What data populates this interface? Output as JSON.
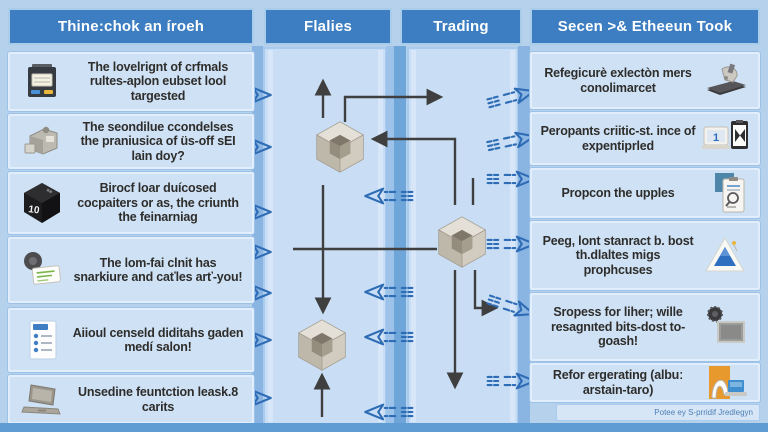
{
  "theme": {
    "page_bg": "#b6d1ec",
    "header_bg": "#3c7ec1",
    "header_text": "#ffffff",
    "box_bg": "#cfe2f5",
    "box_border": "#9cc2e8",
    "box_text": "#2e2d2b",
    "panel_bg": "#c9def4",
    "divider_band": "#6fa6da",
    "arrow_dark": "#3f3f3f",
    "arrow_blue": "#2e6cb5",
    "footer_text": "#4e7fb5"
  },
  "header": {
    "columns": [
      {
        "label": "Thine:chok an íroeh"
      },
      {
        "label": "Flalies"
      },
      {
        "label": "Trading"
      },
      {
        "label": "Secen >& Etheeun Took"
      }
    ]
  },
  "left_column": {
    "items": [
      {
        "icon": "cash-register-icon",
        "text": "The lovelrignt of crfmals rultes-aplon eubset lool targested"
      },
      {
        "icon": "printer-machine-icon",
        "text": "The seondilue ccondelses the praniusica of üs-off sEI lain doy?"
      },
      {
        "icon": "black-cube-10-icon",
        "text": "Birocf loar duícosed cocpaiters or as, the criunth the feinarniag"
      },
      {
        "icon": "seal-note-icon",
        "text": "The lom-fai clnit has snarkiure and caťles arť-you!"
      },
      {
        "icon": "checklist-icon",
        "text": "Aiioul censeld diditahs gaden medí salon!"
      },
      {
        "icon": "laptop-icon",
        "text": "Unsedine feuntction leask.8 carits"
      }
    ]
  },
  "right_column": {
    "items": [
      {
        "icon": "flatbed-machine-icon",
        "text": "Refegicurè exlectòn mers conolimarcet"
      },
      {
        "icon": "laptop-clipboard-icon",
        "text": "Peropants criitic-st. ince of expentiprled"
      },
      {
        "icon": "inspection-clipboard-icon",
        "text": "Propcon the upples"
      },
      {
        "icon": "pyramid-icon",
        "text": "Peeg, lont stanract b. bost th.dlaltes migs prophcuses"
      },
      {
        "icon": "seal-display-icon",
        "text": "Sropess for liher; wille resagnıted bits-dost to-goash!"
      },
      {
        "icon": "arch-laptop-icon",
        "text": "Refor ergerating (albuː arstain-taro)"
      }
    ]
  },
  "diagram": {
    "node_icon": "isometric-cube-icon",
    "cube_count": 3
  },
  "footer": {
    "credit": "Potee ey S-prridif Jredlegyn"
  }
}
